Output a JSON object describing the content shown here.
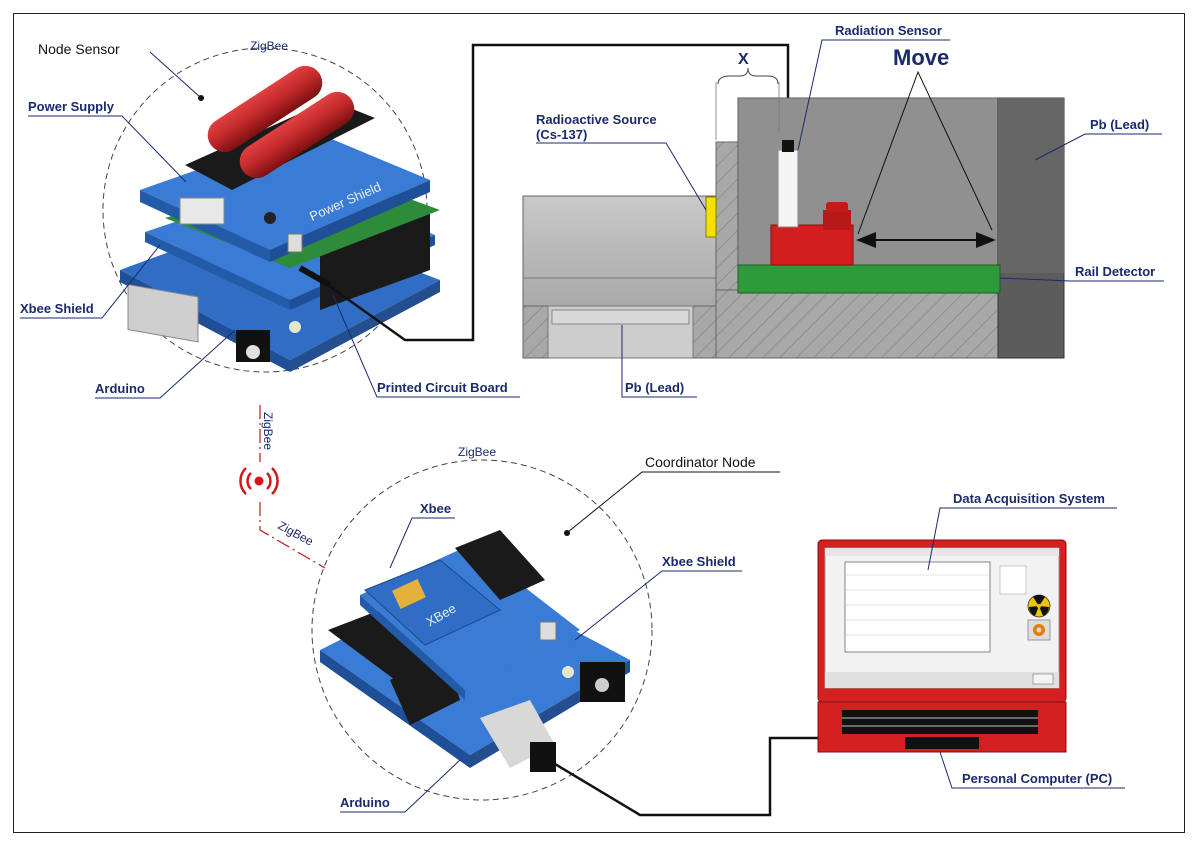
{
  "labels": {
    "node_sensor": "Node Sensor",
    "zigbee_top": "ZigBee",
    "power_supply": "Power Supply",
    "power_shield": "Power Shield",
    "xbee_shield_top": "Xbee Shield",
    "arduino_top": "Arduino",
    "pcb": "Printed Circuit Board",
    "zigbee_vertical": "ZigBee",
    "zigbee_diag": "ZigBee",
    "zigbee_coord": "ZigBee",
    "coordinator_node": "Coordinator Node",
    "xbee": "Xbee",
    "xbee_chip": "XBee",
    "xbee_shield_bottom": "Xbee Shield",
    "arduino_bottom": "Arduino",
    "radioactive_source_line1": "Radioactive Source",
    "radioactive_source_line2": "(Cs-137)",
    "x_distance": "X",
    "radiation_sensor": "Radiation Sensor",
    "move": "Move",
    "pb_lead_right": "Pb (Lead)",
    "rail_detector": "Rail Detector",
    "pb_lead_bottom": "Pb (Lead)",
    "data_acquisition": "Data Acquisition System",
    "personal_computer": "Personal Computer (PC)"
  },
  "colors": {
    "label_text": "#1a2a6c",
    "board_blue": "#3a7bd5",
    "battery_red": "#c0282a",
    "laptop_red": "#d42020",
    "lead_gray": "#9a9a9a",
    "rail_green": "#2f9a3a",
    "sensor_red": "#d21e1e",
    "source_yellow": "#f5e000",
    "signal_red": "#d01818"
  },
  "icons": [
    "wireless-signal-icon",
    "radiation-icon",
    "settings-icon"
  ]
}
